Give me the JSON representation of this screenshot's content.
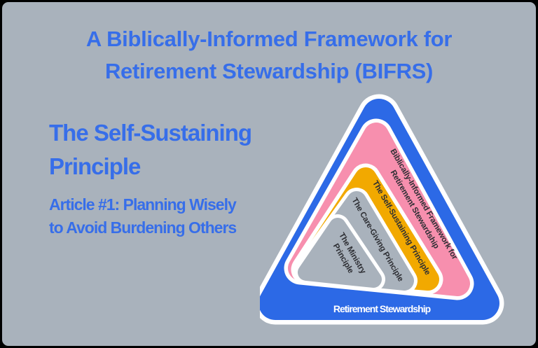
{
  "page": {
    "background_color": "#A9B2BC",
    "frame_border_color": "#000000",
    "heading_text_color": "#376EE9"
  },
  "header": {
    "title_line1": "A Biblically-Informed Framework for",
    "title_line2": "Retirement Stewardship (BIFRS)"
  },
  "left_panel": {
    "subtitle_line1": "The Self-Sustaining",
    "subtitle_line2": "Principle",
    "article_line1": "Article #1: Planning Wisely",
    "article_line2": "to Avoid Burdening Others"
  },
  "diagram": {
    "description": "Nested rounded-triangle diagram",
    "colors": {
      "accent_blue": "#2C69E6",
      "pink": "#F78FAE",
      "gold": "#F2A900",
      "gray": "#A9B2BC",
      "outline_white": "#FFFFFF",
      "band_text": "#2D2E33",
      "base_text": "#FFFFFF"
    },
    "layers": [
      {
        "id": "retirement-stewardship",
        "label": "Retirement Stewardship"
      },
      {
        "id": "bifrs",
        "label_line1": "Biblically-Informed Framework for",
        "label_line2": "Retirement Stewardship"
      },
      {
        "id": "self-sustaining",
        "label": "The Self-Sustaining Principle"
      },
      {
        "id": "care-giving",
        "label": "The Care-Giving Principle"
      },
      {
        "id": "ministry",
        "label_line1": "The Ministry",
        "label_line2": "Principle"
      }
    ]
  }
}
